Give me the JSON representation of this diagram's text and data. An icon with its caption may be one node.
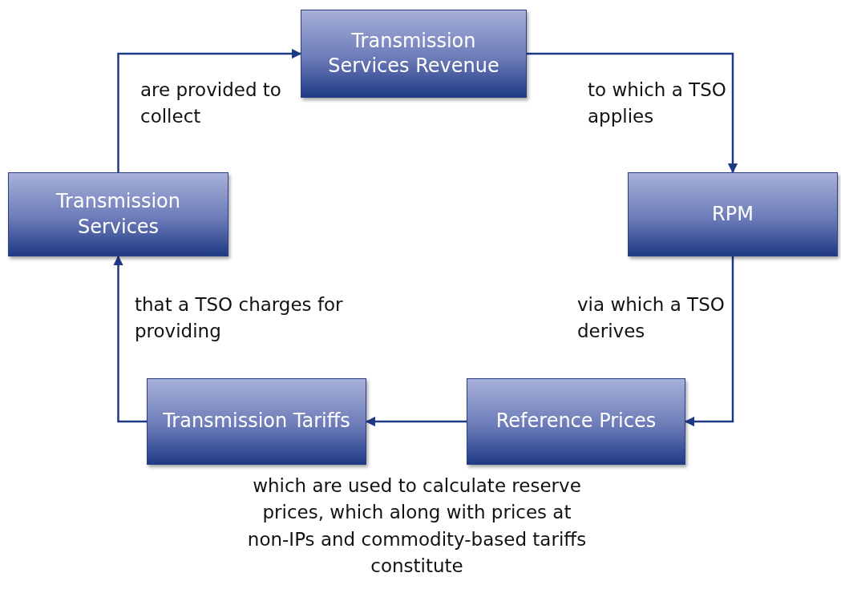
{
  "diagram": {
    "nodes": [
      {
        "text": [
          "Transmission Services Revenue"
        ]
      },
      {
        "text": [
          "Transmission Services"
        ]
      },
      {
        "text": [
          "RPM"
        ]
      },
      {
        "text": [
          "Transmission Tariffs"
        ]
      },
      {
        "text": [
          "Reference Prices"
        ]
      }
    ],
    "edges": [
      {
        "from": 1,
        "to": 0,
        "arrow": "to",
        "label": "are provided to collect"
      },
      {
        "from": 0,
        "to": 2,
        "arrow": "to",
        "label": "to which a TSO applies"
      },
      {
        "from": 2,
        "to": 4,
        "arrow": "to",
        "label": "via which a TSO derives"
      },
      {
        "from": 4,
        "to": 3,
        "arrow": "to",
        "label": "which are used to calculate reserve prices, which along with prices at non-IPs and commodity-based tariffs constitute"
      },
      {
        "from": 3,
        "to": 1,
        "arrow": "to",
        "label": "that a TSO charges for providing"
      }
    ]
  }
}
